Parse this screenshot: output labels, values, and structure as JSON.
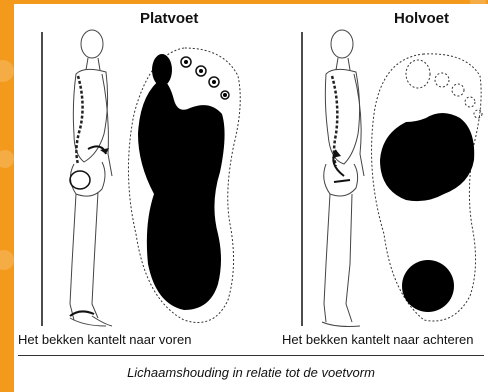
{
  "diagram": {
    "left_panel": {
      "title": "Platvoet",
      "caption": "Het bekken kantelt naar voren"
    },
    "right_panel": {
      "title": "Holvoet",
      "caption": "Het bekken kantelt naar achteren"
    },
    "footer_caption": "Lichaamshouding in relatie tot de voetvorm"
  },
  "colors": {
    "border": "#f39a1c",
    "panel": "#ffffff",
    "ink": "#111111"
  }
}
